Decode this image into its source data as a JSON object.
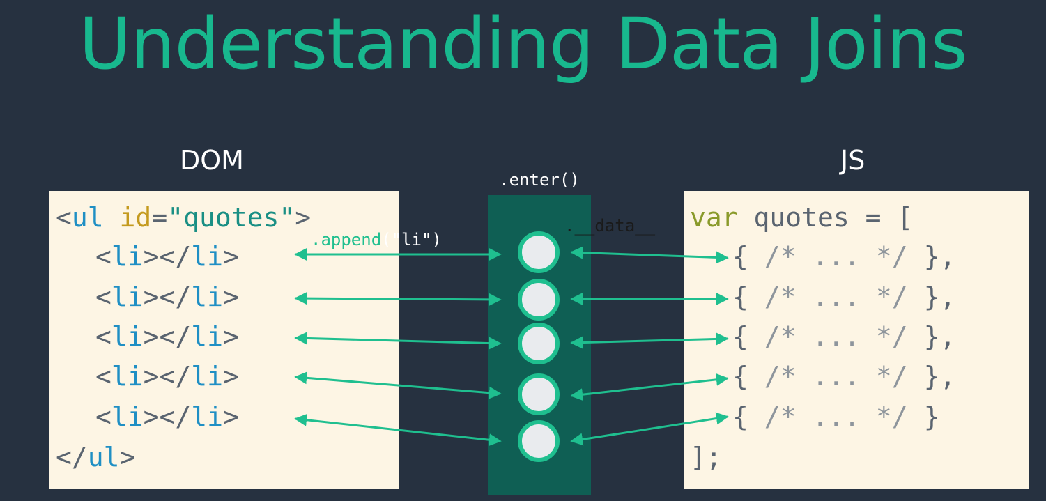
{
  "title": "Understanding Data Joins",
  "dom": {
    "heading": "DOM",
    "ul_open": {
      "lt": "<",
      "tag": "ul",
      "sp": " ",
      "attr": "id",
      "eq": "=",
      "value": "\"quotes\"",
      "gt": ">"
    },
    "li_lines": [
      {
        "lt1": "<",
        "tag1": "li",
        "mid": "></",
        "tag2": "li",
        "gt": ">"
      },
      {
        "lt1": "<",
        "tag1": "li",
        "mid": "></",
        "tag2": "li",
        "gt": ">"
      },
      {
        "lt1": "<",
        "tag1": "li",
        "mid": "></",
        "tag2": "li",
        "gt": ">"
      },
      {
        "lt1": "<",
        "tag1": "li",
        "mid": "></",
        "tag2": "li",
        "gt": ">"
      },
      {
        "lt1": "<",
        "tag1": "li",
        "mid": "></",
        "tag2": "li",
        "gt": ">"
      }
    ],
    "ul_close": {
      "lt": "</",
      "tag": "ul",
      "gt": ">"
    }
  },
  "middle": {
    "enter_label": ".enter()",
    "append_label_green": ".append",
    "append_label_rest": "(\"li\")",
    "data_label": ".__data__",
    "node_count": 5
  },
  "js": {
    "heading": "JS",
    "decl": {
      "kw": "var",
      "rest": " quotes = ["
    },
    "items": [
      {
        "open": "{",
        "comment": " /* ... */ ",
        "close": "},"
      },
      {
        "open": "{",
        "comment": " /* ... */ ",
        "close": "},"
      },
      {
        "open": "{",
        "comment": " /* ... */ ",
        "close": "},"
      },
      {
        "open": "{",
        "comment": " /* ... */ ",
        "close": "},"
      },
      {
        "open": "{",
        "comment": " /* ... */ ",
        "close": "}"
      }
    ],
    "close": "];"
  },
  "colors": {
    "background": "#263140",
    "title": "#18b88e",
    "panel": "#fdf5e4",
    "tag": "#1f8fc4",
    "attr": "#c49a1e",
    "string": "#1a8f84",
    "keyword": "#8a9a2a",
    "punct": "#5a6470",
    "comment": "#8e959c",
    "middle": "#0f5f54",
    "arrow": "#1fbf8f",
    "node_fill": "#e9ebee",
    "node_ring": "#1fbf8f"
  }
}
